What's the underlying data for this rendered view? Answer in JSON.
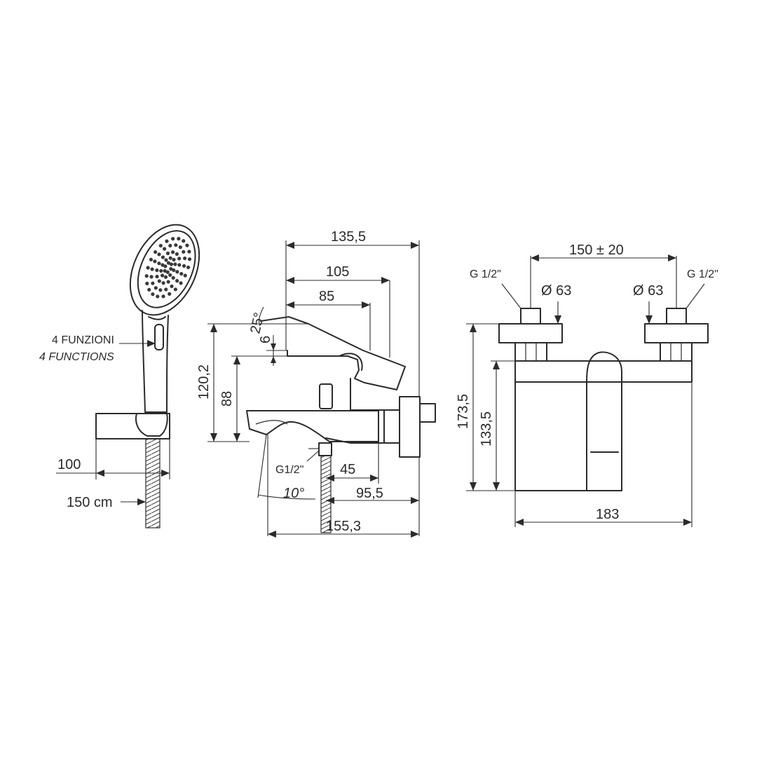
{
  "hand_shower": {
    "label_it": "4 FUNZIONI",
    "label_en": "4 FUNCTIONS",
    "dim_100": "100",
    "dim_hose": "150 cm"
  },
  "side_view": {
    "dim_135_5": "135,5",
    "dim_105": "105",
    "dim_85": "85",
    "angle_25": "25°",
    "dim_6": "6",
    "dim_120_2": "120,2",
    "dim_88": "88",
    "thread": "G1/2\"",
    "dim_45": "45",
    "angle_10": "10°",
    "dim_95_5": "95,5",
    "dim_155_3": "155,3"
  },
  "front_view": {
    "dim_150_20": "150 ± 20",
    "thread_left": "G 1/2\"",
    "thread_right": "G 1/2\"",
    "dia_left": "Ø 63",
    "dia_right": "Ø 63",
    "dim_173_5": "173,5",
    "dim_133_5": "133,5",
    "dim_183": "183"
  }
}
